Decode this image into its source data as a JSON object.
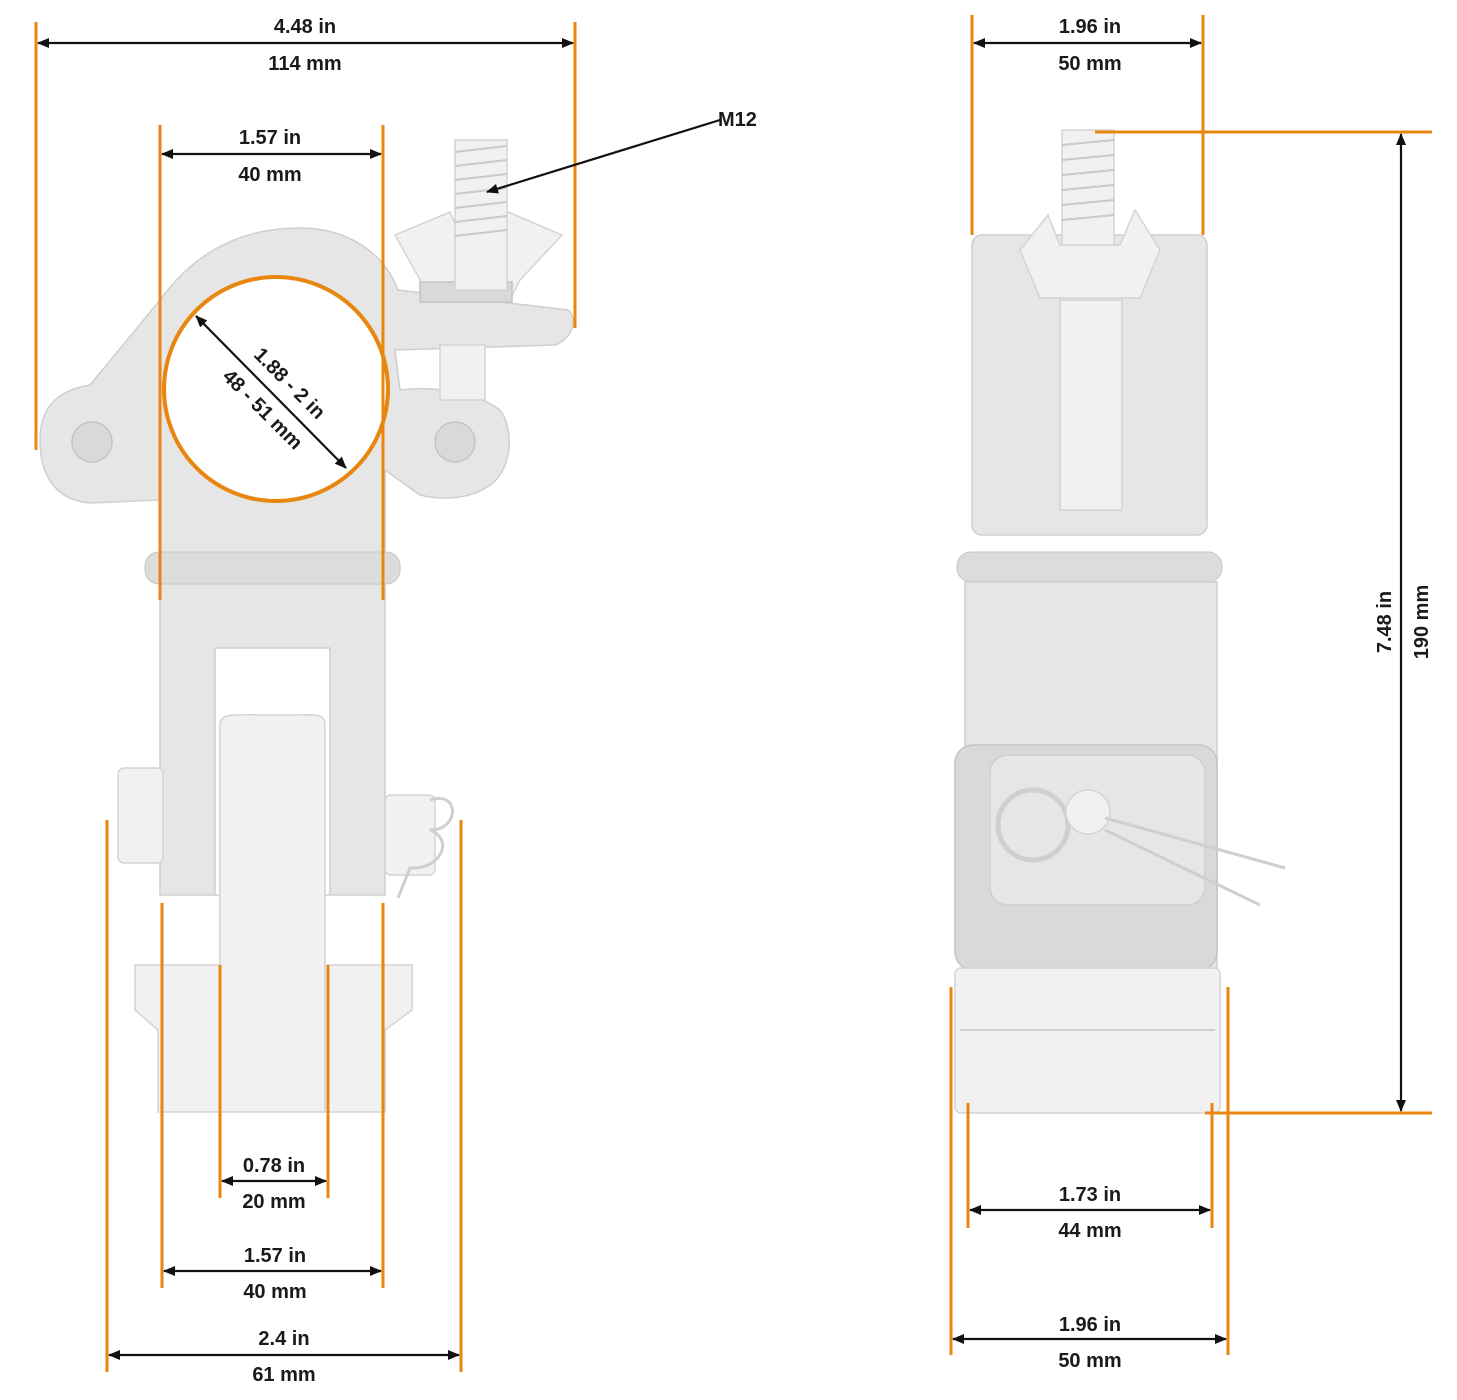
{
  "colors": {
    "accent": "#e8860f",
    "dimension_line": "#111111",
    "part_fill": "#e6e6e6"
  },
  "front_view": {
    "overall_width": {
      "in": "4.48 in",
      "mm": "114 mm"
    },
    "jaw_width": {
      "in": "1.57 in",
      "mm": "40 mm"
    },
    "tube_diameter": {
      "in": "1.88 - 2 in",
      "mm": "48 - 51 mm"
    },
    "bolt_label": "M12",
    "spigot_width": {
      "in": "0.78 in",
      "mm": "20 mm"
    },
    "body_width": {
      "in": "1.57 in",
      "mm": "40 mm"
    },
    "pin_width": {
      "in": "2.4 in",
      "mm": "61 mm"
    }
  },
  "side_view": {
    "top_width": {
      "in": "1.96 in",
      "mm": "50 mm"
    },
    "height": {
      "in": "7.48 in",
      "mm": "190 mm"
    },
    "base_width": {
      "in": "1.73 in",
      "mm": "44 mm"
    },
    "bottom_width": {
      "in": "1.96 in",
      "mm": "50 mm"
    }
  }
}
